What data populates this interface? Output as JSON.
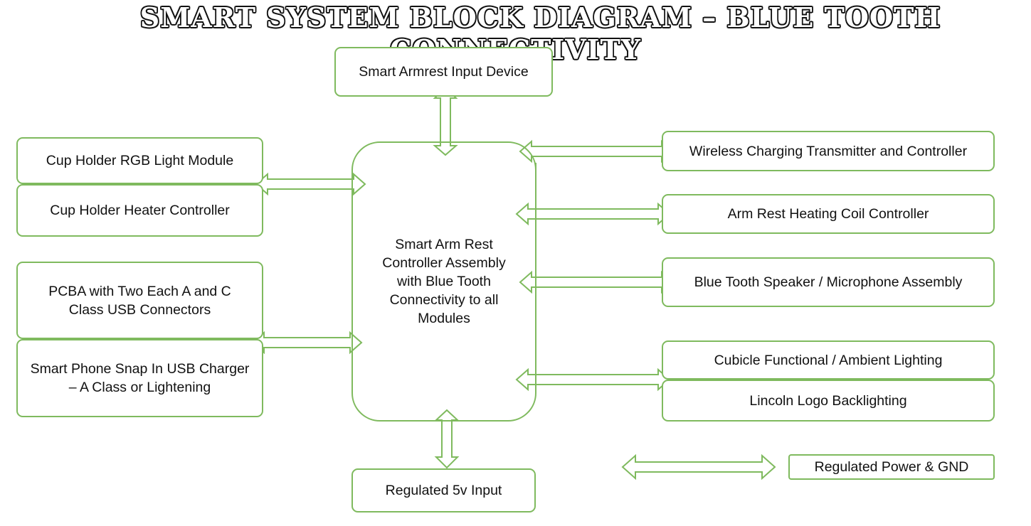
{
  "title": "SMART SYSTEM BLOCK DIAGRAM – BLUE TOOTH CONNECTIVITY",
  "colors": {
    "stroke": "#7fba5e",
    "text": "#111111",
    "background": "#ffffff"
  },
  "core": {
    "label": "Smart Arm Rest Controller Assembly with Blue Tooth Connectivity to all Modules"
  },
  "top_input": {
    "label": "Smart Armrest Input Device"
  },
  "bottom_input": {
    "label": "Regulated 5v Input"
  },
  "left_modules": [
    {
      "label": "Cup Holder RGB Light Module"
    },
    {
      "label": "Cup Holder Heater Controller"
    },
    {
      "label": "PCBA with Two Each A and C Class USB Connectors"
    },
    {
      "label": "Smart Phone Snap In USB Charger – A Class or Lightening"
    }
  ],
  "right_modules": [
    {
      "label": "Wireless Charging Transmitter and Controller"
    },
    {
      "label": "Arm Rest Heating Coil Controller"
    },
    {
      "label": "Blue Tooth Speaker / Microphone Assembly"
    },
    {
      "label": "Cubicle Functional / Ambient Lighting"
    },
    {
      "label": "Lincoln Logo Backlighting"
    }
  ],
  "legend": {
    "label": "Regulated Power & GND"
  }
}
